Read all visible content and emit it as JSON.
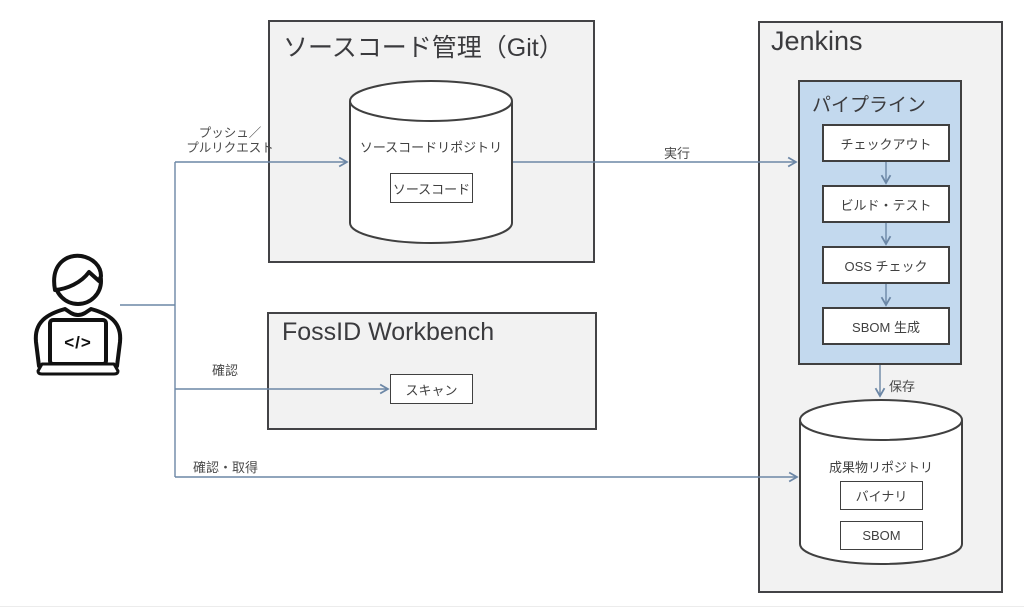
{
  "diagram": {
    "actor": {
      "icon": "developer-with-laptop-icon",
      "code_glyph": "</>"
    },
    "git": {
      "title": "ソースコード管理（Git）",
      "repository": {
        "label": "ソースコードリポジトリ",
        "item": "ソースコード"
      }
    },
    "fossid": {
      "title": "FossID Workbench",
      "scan_label": "スキャン"
    },
    "jenkins": {
      "title": "Jenkins",
      "pipeline": {
        "title": "パイプライン",
        "steps": [
          "チェックアウト",
          "ビルド・テスト",
          "OSS チェック",
          "SBOM 生成"
        ]
      },
      "artifact_repository": {
        "label": "成果物リポジトリ",
        "items": [
          "バイナリ",
          "SBOM"
        ]
      }
    },
    "edges": {
      "push_pull_line1": "プッシュ／",
      "push_pull_line2": "プルリクエスト",
      "execute": "実行",
      "confirm": "確認",
      "confirm_acquire": "確認・取得",
      "save": "保存"
    },
    "colors": {
      "container_fill": "#f2f2f2",
      "container_border": "#434346",
      "pipeline_fill": "#c3d9ee",
      "node_border": "#404040",
      "connector": "#6c87a6",
      "text": "#404040"
    }
  }
}
